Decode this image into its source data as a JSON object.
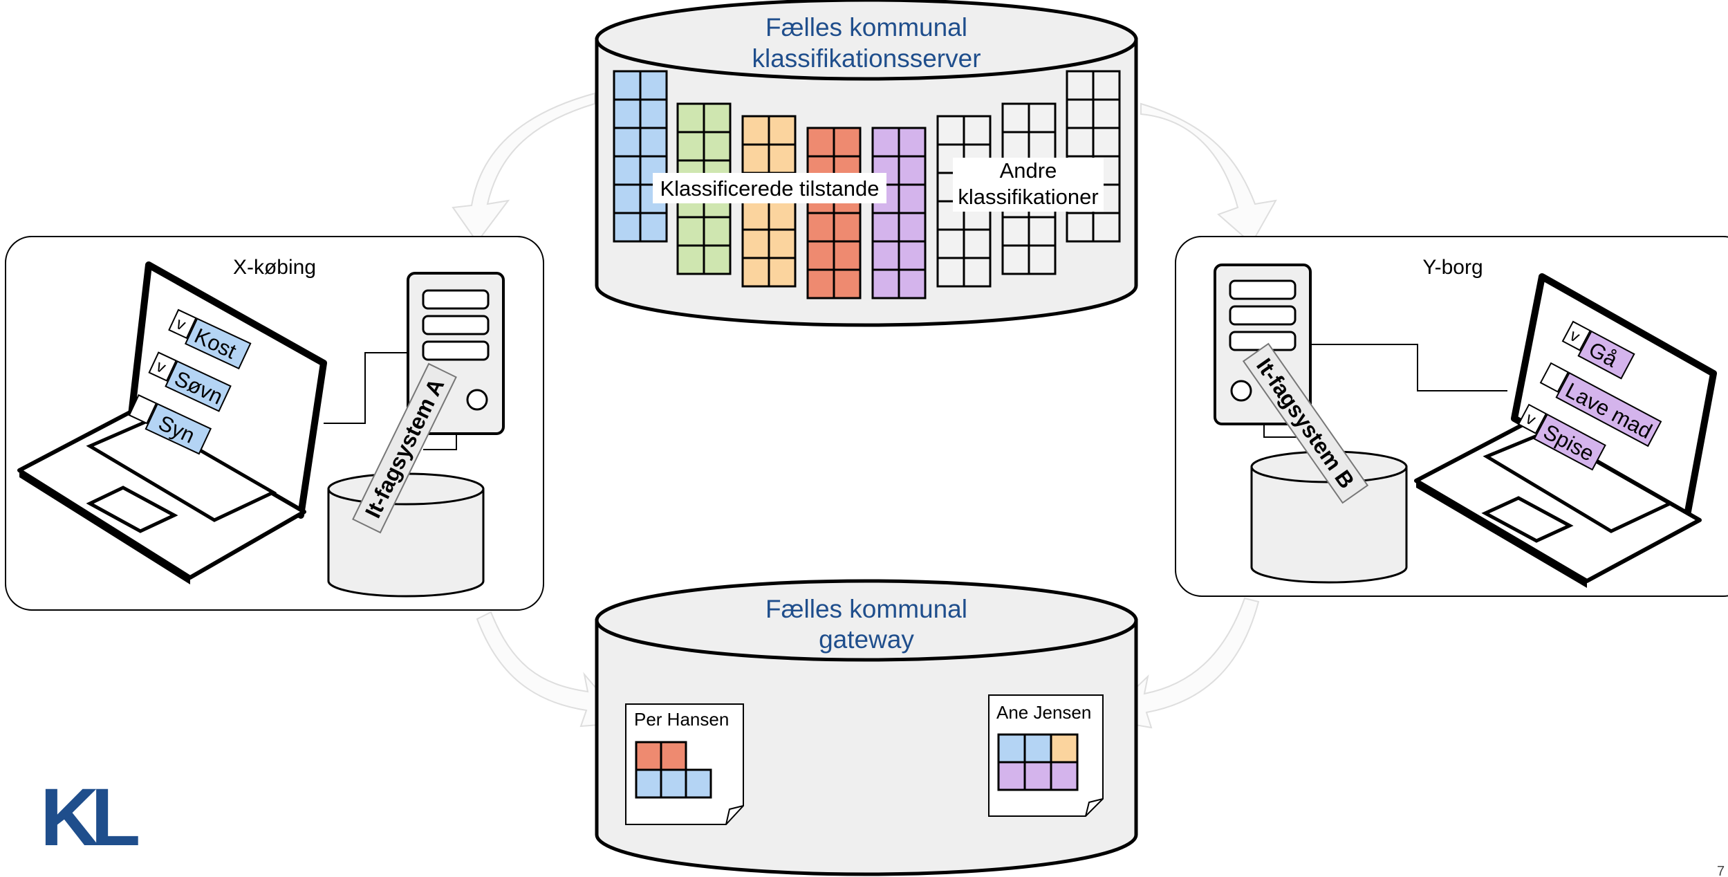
{
  "classification_server": {
    "title_line1": "Fælles kommunal",
    "title_line2": "klassifikationsserver",
    "label_classified": "Klassificerede tilstande",
    "label_other_line1": "Andre",
    "label_other_line2": "klassifikationer",
    "column_colors": [
      "#b4d4f4",
      "#cfe6b0",
      "#fbd49e",
      "#ee8a70",
      "#d4b4ec",
      "#f2f2f2",
      "#f2f2f2",
      "#f2f2f2"
    ]
  },
  "gateway": {
    "title_line1": "Fælles kommunal",
    "title_line2": "gateway",
    "cards": [
      {
        "name": "Per Hansen"
      },
      {
        "name": "Ane Jensen"
      }
    ]
  },
  "municipality_x": {
    "title": "X-købing",
    "system": "It-fagsystem A",
    "items": [
      {
        "check": "v",
        "label": "Kost"
      },
      {
        "check": "v",
        "label": "Søvn"
      },
      {
        "check": "",
        "label": "Syn"
      }
    ],
    "item_color": "#b4d4f4"
  },
  "municipality_y": {
    "title": "Y-borg",
    "system": "It-fagsystem B",
    "items": [
      {
        "check": "v",
        "label": "Gå"
      },
      {
        "check": "",
        "label": "Lave mad"
      },
      {
        "check": "v",
        "label": "Spise"
      }
    ],
    "item_color": "#d4b4ec"
  },
  "logo": {
    "text": "KL",
    "color": "#1f4e8c"
  },
  "page_number": "7",
  "colors": {
    "cylinder_fill": "#efefef",
    "accent_blue": "#1f4e8c",
    "blue": "#b4d4f4",
    "green": "#cfe6b0",
    "orange": "#fbd49e",
    "red": "#ee8a70",
    "purple": "#d4b4ec"
  }
}
